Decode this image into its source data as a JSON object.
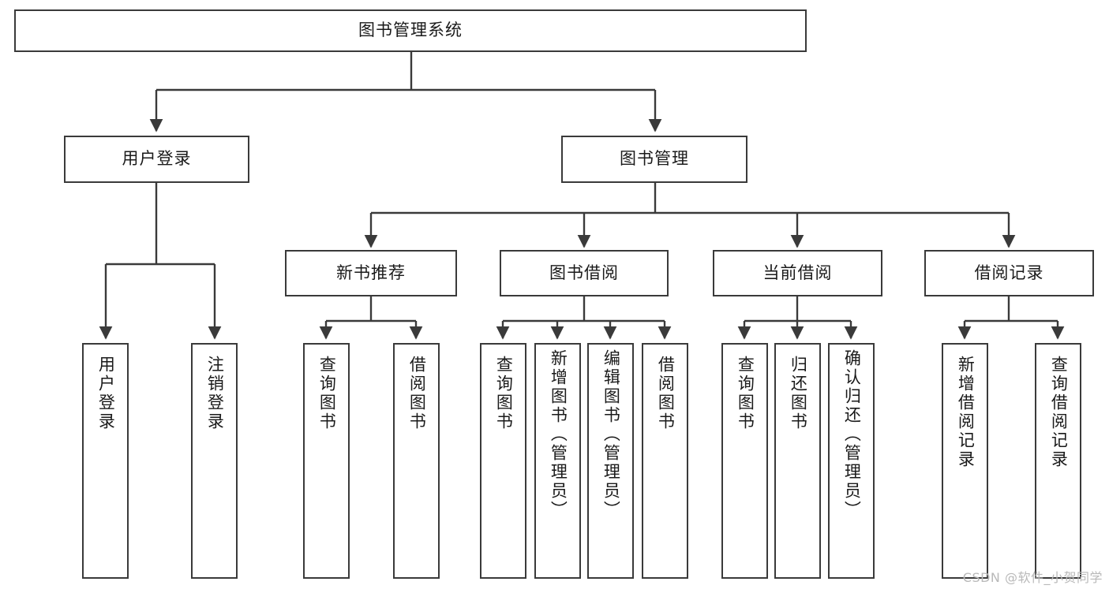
{
  "diagram": {
    "title": "图书管理系统",
    "root": {
      "label": "图书管理系统"
    },
    "level2": [
      {
        "label": "用户登录"
      },
      {
        "label": "图书管理"
      }
    ],
    "level3": [
      {
        "label": "新书推荐"
      },
      {
        "label": "图书借阅"
      },
      {
        "label": "当前借阅"
      },
      {
        "label": "借阅记录"
      }
    ],
    "leaves": {
      "user_login": [
        {
          "label": "用户登录"
        },
        {
          "label": "注销登录"
        }
      ],
      "new_book_recommend": [
        {
          "label": "查询图书"
        },
        {
          "label": "借阅图书"
        }
      ],
      "book_borrow": [
        {
          "label": "查询图书"
        },
        {
          "label": "新增图书（管理员）"
        },
        {
          "label": "编辑图书（管理员）"
        },
        {
          "label": "借阅图书"
        }
      ],
      "current_borrow": [
        {
          "label": "查询图书"
        },
        {
          "label": "归还图书"
        },
        {
          "label": "确认归还（管理员）"
        }
      ],
      "borrow_record": [
        {
          "label": "新增借阅记录"
        },
        {
          "label": "查询借阅记录"
        }
      ]
    }
  },
  "watermark": {
    "text": "CSDN @软件_小贺同学"
  },
  "colors": {
    "border": "#3a3a3a",
    "background": "#ffffff",
    "text": "#1a1a1a",
    "watermark": "#b9b9b9"
  }
}
